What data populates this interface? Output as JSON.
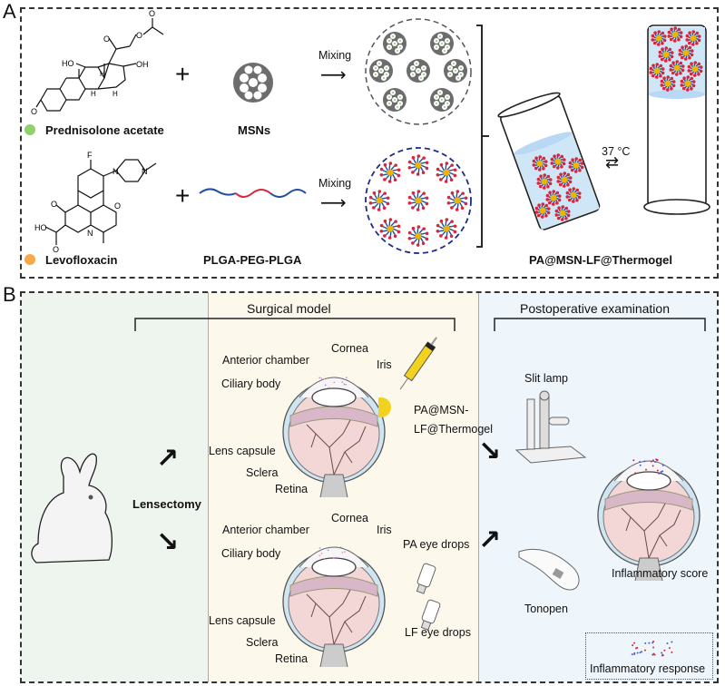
{
  "panels": {
    "a": {
      "letter": "A",
      "drug1": {
        "name": "Prednisolone acetate",
        "dot_color": "#8fd16a"
      },
      "carrier1": {
        "name": "MSNs"
      },
      "drug2": {
        "name": "Levofloxacin",
        "dot_color": "#f5a94a"
      },
      "carrier2": {
        "name": "PLGA-PEG-PLGA"
      },
      "mixing_label": "Mixing",
      "temperature_label": "37 °C",
      "product_label": "PA@MSN-LF@Thermogel",
      "structure_labels": {
        "ho": "HO",
        "oh": "OH",
        "h": "H",
        "o": "O",
        "f": "F",
        "n": "N"
      }
    },
    "b": {
      "letter": "B",
      "lensectomy_label": "Lensectomy",
      "surgical_model_title": "Surgical model",
      "postop_title": "Postoperative examination",
      "eye_labels": {
        "anterior_chamber": "Anterior chamber",
        "cornea": "Cornea",
        "iris": "Iris",
        "ciliary_body": "Ciliary body",
        "lens_capsule": "Lens capsule",
        "sclera": "Sclera",
        "retina": "Retina"
      },
      "injection_label_line1": "PA@MSN-",
      "injection_label_line2": "LF@Thermogel",
      "pa_drops_label": "PA eye drops",
      "lf_drops_label": "LF eye drops",
      "slit_lamp_label": "Slit lamp",
      "tonopen_label": "Tonopen",
      "inflammatory_score_label": "Inflammatory score",
      "legend_label": "Inflammatory response"
    }
  },
  "colors": {
    "panel_green": "#eef4ee",
    "panel_cream": "#fdf8ec",
    "panel_blue": "#eef5fb",
    "plga_blue": "#1f4fa0",
    "peg_red": "#d7263d",
    "msn_gray": "#6d6d6d",
    "gel_yellow": "#f2d21e",
    "eye_pink": "#f3d6d6",
    "sclera_blue": "#cfe6f2"
  }
}
